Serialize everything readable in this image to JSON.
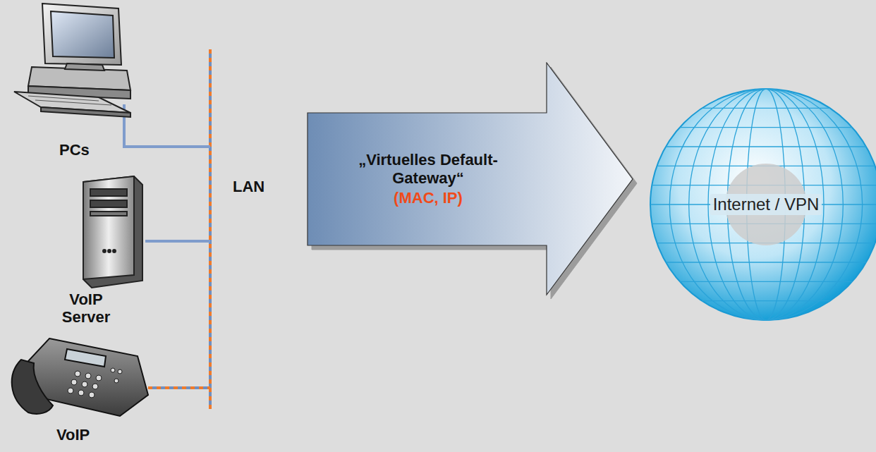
{
  "diagram": {
    "nodes": [
      {
        "text": [
          "„Virtuelles Default-Gateway“",
          "(MAC, IP)"
        ]
      },
      {
        "text": [
          "Internet / VPN"
        ]
      }
    ],
    "labels": [
      "PCs",
      "VoIP Server",
      "LAN",
      "VoIP"
    ]
  }
}
